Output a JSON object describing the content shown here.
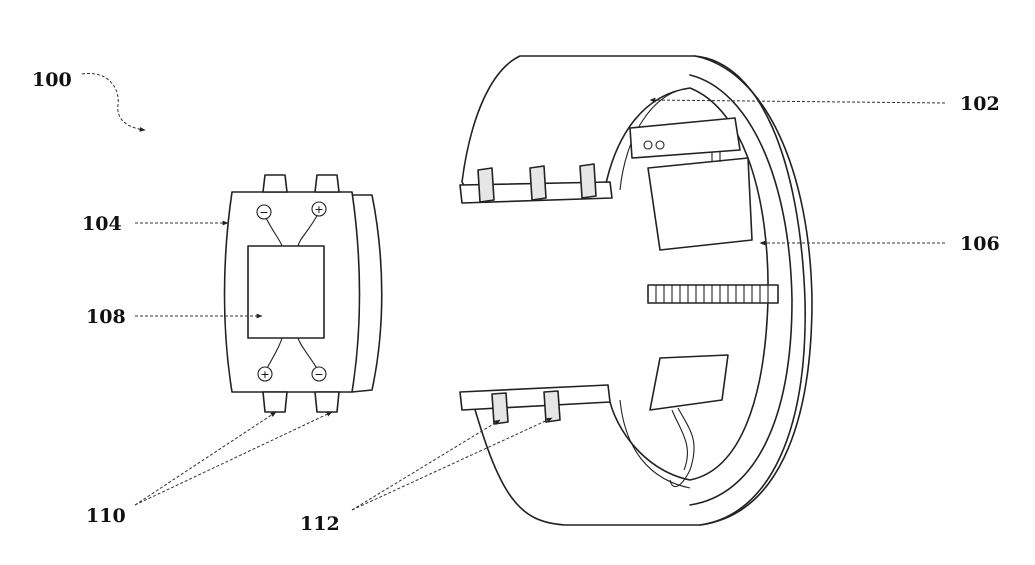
{
  "labels": {
    "assembly": "100",
    "band": "102",
    "module": "104",
    "band_circuit": "106",
    "module_chip": "108",
    "module_tabs": "110",
    "band_slots": "112"
  },
  "polarity": {
    "minus": "−",
    "plus": "+"
  },
  "colors": {
    "ink": "#222222",
    "paper": "#ffffff"
  }
}
